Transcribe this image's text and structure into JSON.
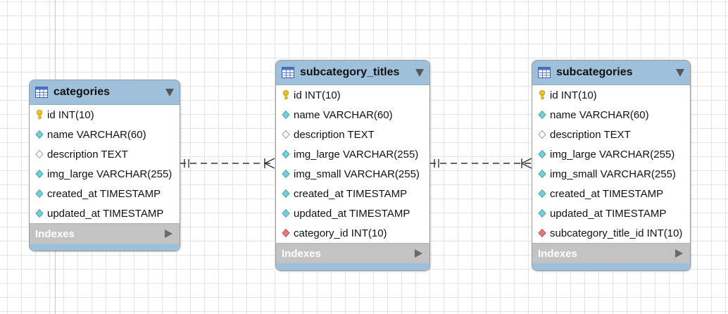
{
  "tables": [
    {
      "name": "categories",
      "fields": [
        {
          "label": "id INT(10)",
          "kind": "primary-key"
        },
        {
          "label": "name VARCHAR(60)",
          "kind": "not-null"
        },
        {
          "label": "description TEXT",
          "kind": "nullable"
        },
        {
          "label": "img_large VARCHAR(255)",
          "kind": "not-null"
        },
        {
          "label": "created_at TIMESTAMP",
          "kind": "not-null"
        },
        {
          "label": "updated_at TIMESTAMP",
          "kind": "not-null"
        }
      ],
      "indexes_label": "Indexes"
    },
    {
      "name": "subcategory_titles",
      "fields": [
        {
          "label": "id INT(10)",
          "kind": "primary-key"
        },
        {
          "label": "name VARCHAR(60)",
          "kind": "not-null"
        },
        {
          "label": "description TEXT",
          "kind": "nullable"
        },
        {
          "label": "img_large VARCHAR(255)",
          "kind": "not-null"
        },
        {
          "label": "img_small VARCHAR(255)",
          "kind": "not-null"
        },
        {
          "label": "created_at TIMESTAMP",
          "kind": "not-null"
        },
        {
          "label": "updated_at TIMESTAMP",
          "kind": "not-null"
        },
        {
          "label": "category_id INT(10)",
          "kind": "foreign-key"
        }
      ],
      "indexes_label": "Indexes"
    },
    {
      "name": "subcategories",
      "fields": [
        {
          "label": "id INT(10)",
          "kind": "primary-key"
        },
        {
          "label": "name VARCHAR(60)",
          "kind": "not-null"
        },
        {
          "label": "description TEXT",
          "kind": "nullable"
        },
        {
          "label": "img_large VARCHAR(255)",
          "kind": "not-null"
        },
        {
          "label": "img_small VARCHAR(255)",
          "kind": "not-null"
        },
        {
          "label": "created_at TIMESTAMP",
          "kind": "not-null"
        },
        {
          "label": "updated_at TIMESTAMP",
          "kind": "not-null"
        },
        {
          "label": "subcategory_title_id INT(10)",
          "kind": "foreign-key"
        }
      ],
      "indexes_label": "Indexes"
    }
  ],
  "relationships": [
    {
      "from": "categories",
      "to": "subcategory_titles",
      "from_end": "one-and-only-one",
      "to_end": "one-or-many"
    },
    {
      "from": "subcategory_titles",
      "to": "subcategories",
      "from_end": "one-and-only-one",
      "to_end": "one-or-many"
    }
  ],
  "colors": {
    "header": "#9ec0da",
    "indexes_bar": "#c3c3c3",
    "primary_key": "#f2c51b",
    "not_null": "#73cfd8",
    "foreign_key": "#e27b7b",
    "connector": "#333333"
  }
}
